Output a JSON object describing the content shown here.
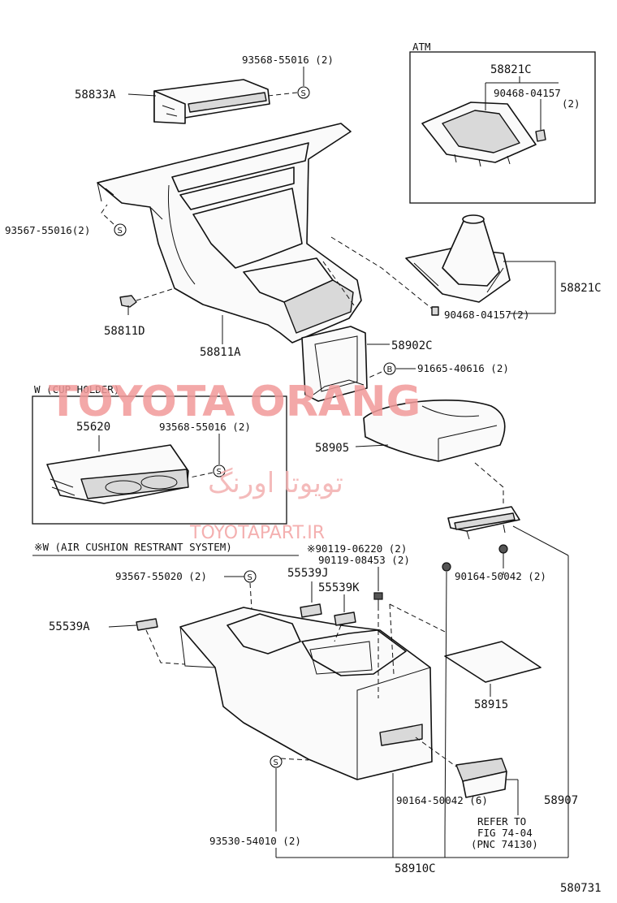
{
  "watermark": {
    "brand": "TOYOTA ORANG",
    "persian": "تویوتا اورنگ",
    "url": "TOYOTAPART.IR"
  },
  "sections": {
    "atm": "ATM",
    "cup_holder": "W (CUP HOLDER)",
    "air_cushion": "※W (AIR CUSHION RESTRANT SYSTEM)"
  },
  "symbols": {
    "s": "S",
    "b": "B"
  },
  "labels": {
    "p58833A": "58833A",
    "p93568_55016_top": "93568-55016 (2)",
    "p93567_55016": "93567-55016(2)",
    "p58811D": "58811D",
    "p58811A": "58811A",
    "p58821C_atm": "58821C",
    "p90468_04157_atm": "90468-04157",
    "p90468_04157_atm_qty": "(2)",
    "p58821C": "58821C",
    "p90468_04157": "90468-04157(2)",
    "p58902C": "58902C",
    "p91665_40616": "91665-40616 (2)",
    "p58905": "58905",
    "p55620": "55620",
    "p93568_55016_cup": "93568-55016 (2)",
    "p90119_06220": "※90119-06220 (2)",
    "p90119_08453": "90119-08453 (2)",
    "p93567_55020": "93567-55020 (2)",
    "p55539J": "55539J",
    "p55539K": "55539K",
    "p55539A": "55539A",
    "p90164_50042_2": "90164-50042 (2)",
    "p58915": "58915",
    "p90164_50042_6": "90164-50042 (6)",
    "p58907": "58907",
    "refer_1": "REFER TO",
    "refer_2": "FIG 74-04",
    "refer_3": "(PNC 74130)",
    "p93530_54010": "93530-54010 (2)",
    "p58910C": "58910C",
    "figure_number": "580731"
  }
}
